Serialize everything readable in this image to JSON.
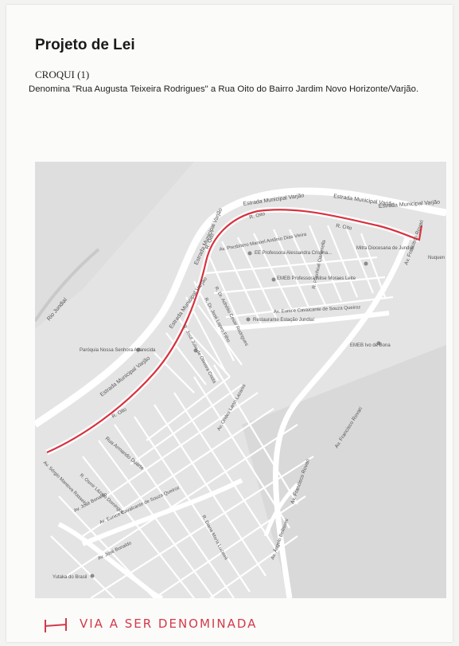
{
  "document": {
    "title": "Projeto de Lei",
    "subtitle": "CROQUI (1)",
    "description": "Denomina \"Rua Augusta Teixeira Rodrigues\" a Rua Oito do Bairro Jardim Novo Horizonte/Varjão."
  },
  "map": {
    "labels": {
      "estrada_varjao_top": "Estrada Municipal Varjão",
      "estrada_varjao_top2": "Estrada Municipal Varjão",
      "estrada_varjao_right": "Estrada Municipal Varjão",
      "estrada_varjao_mid": "Estrada Municipal Varjão",
      "estrada_varjao_left": "Estrada Municipal Varjão",
      "estrada_varjao_low": "Estrada Municipal Varjão",
      "rio_jundiai": "Rio Jundiaí",
      "rua_oito_top": "R. Oito",
      "rua_oito_right": "R. Oito",
      "rua_oito_diag": "R. Oito",
      "rua_oito_low": "R. Oito",
      "av_presbitero": "Av. Presbítero Manoel Antônio Dias Vieira",
      "r_paschoal": "R. Paschoal Ciaramella",
      "av_eunice_top": "Av. Eunice Cavalcante de Souza Queiroz",
      "av_eunice_low": "Av. Eunice Cavalcante de Souza Queiroz",
      "av_francisco_top": "Av. Francisco Rovari",
      "av_francisco_mid": "Av. Francisco Rovari",
      "av_francisco_low": "Av. Francisco Rovari",
      "r_dr_adhelio": "R. Dr. Adhélio Cesar Rodrigues",
      "r_dr_jose_lopes": "R. Dr. José Lopes Filho",
      "r_jose_julio": "R. José Júlio de Oliveira Costa",
      "rua_armando": "Rua Armando Duarte",
      "av_joao_lanzi": "Av. Orides Lanzi Lazarini",
      "r_lazaro": "R. Osmir Lázaro Domingos",
      "av_jose_bonaldo_1": "Av. José Bonaldo",
      "av_jose_bonaldo_2": "Av. José Bonaldo",
      "r_diana": "R. Diana Maria Lucateli",
      "av_angelo": "Av. Ângelo Bellisomi",
      "av_mantova": "Av. Sérgio Mantova Rasseio",
      "ee_professora": "EE Professora Alessandra Cristina...",
      "emeb_professora": "EMEB Professora Nilse Moraes Leite",
      "restaurante": "Restaurante Estação Jundiaí",
      "emeb_ivo": "EMEB Ivo de Bona",
      "paroquia": "Paróquia Nossa Senhora Aparecida",
      "mitra": "Mitra Diocesana de Jundiaí",
      "yutaka": "Yutaka do Brasil",
      "nuquen": "Nuquen"
    },
    "colors": {
      "background": "#e4e4e4",
      "road": "#ffffff",
      "block": "#d6d6d6",
      "highlight": "#d8323f"
    }
  },
  "legend": {
    "label": "VIA A SER DENOMINADA",
    "color": "#d23a4a"
  }
}
